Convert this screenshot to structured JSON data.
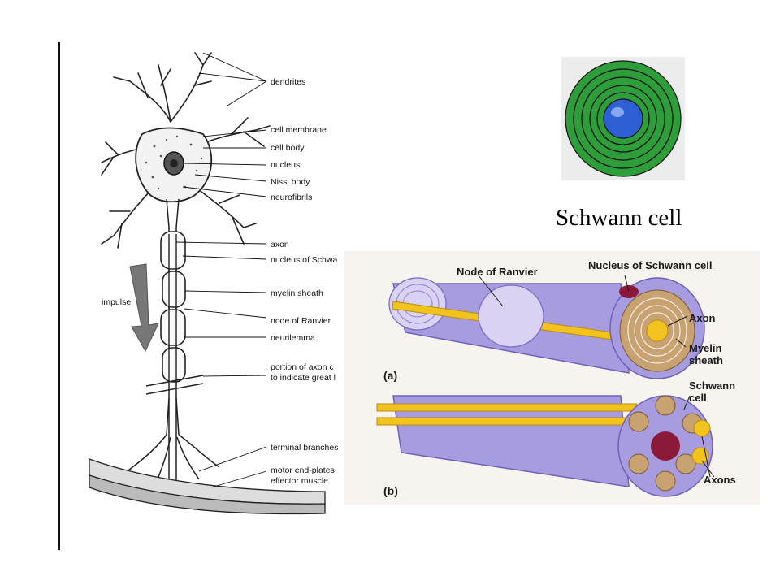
{
  "neuron": {
    "impulse": "impulse",
    "labels": {
      "dendrites": "dendrites",
      "cell_membrane": "cell membrane",
      "cell_body": "cell body",
      "nucleus": "nucleus",
      "nissl_body": "Nissl body",
      "neurofibrils": "neurofibrils",
      "axon": "axon",
      "nucleus_schwann": "nucleus of Schwa",
      "myelin_sheath": "myelin sheath",
      "node_ranvier": "node of Ranvier",
      "neurilemma": "neurilemma",
      "portion_1": "portion of axon c",
      "portion_2": "to indicate great l",
      "terminal_branches": "terminal branches",
      "motor_end_plates": "motor end-plates",
      "effector_muscle": "effector muscle"
    }
  },
  "schwann_title": "Schwann cell",
  "nerve_fiber": {
    "node_of_ranvier": "Node of Ranvier",
    "nucleus_of_schwann_cell": "Nucleus of Schwann cell",
    "axon": "Axon",
    "myelin_1": "Myelin",
    "myelin_2": "sheath",
    "schwann_1": "Schwann",
    "schwann_2": "cell",
    "axons": "Axons",
    "panel_a": "(a)",
    "panel_b": "(b)"
  },
  "colors": {
    "schwann_green": "#2e9e3a",
    "schwann_core": "#2d5fd6",
    "sheath_purple": "#a89ce0",
    "axon_yellow": "#f2c21e"
  }
}
